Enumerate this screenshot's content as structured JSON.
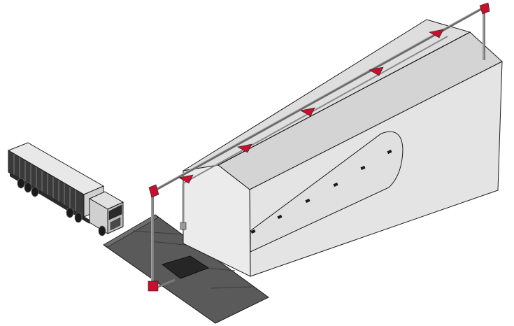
{
  "colors": {
    "background": "#ffffff",
    "outline": "#1a1a1a",
    "building_wall": "#e6e6e6",
    "building_roof": "#d9d9d9",
    "building_side_shade": "#cfcfcf",
    "pipe": "#9a9a9a",
    "accent_red": "#c8102e",
    "ramp": "#5a5a5a",
    "ramp_dark": "#3a3a3a",
    "truck_body": "#d8d8d8",
    "truck_dark": "#2a2a2a"
  },
  "components": [
    {
      "id": "building",
      "icon": "gable-hall"
    },
    {
      "id": "truck",
      "icon": "container-truck"
    },
    {
      "id": "ramp",
      "icon": "drive-over-ramp"
    },
    {
      "id": "roof-pipe",
      "icon": "overhead-pipe"
    },
    {
      "id": "front-post",
      "icon": "vertical-post"
    },
    {
      "id": "rear-post",
      "icon": "vertical-post"
    },
    {
      "id": "nozzles",
      "icon": "spray-nozzle",
      "count": 5
    },
    {
      "id": "side-vents",
      "icon": "vent-marker",
      "count": 5
    }
  ]
}
